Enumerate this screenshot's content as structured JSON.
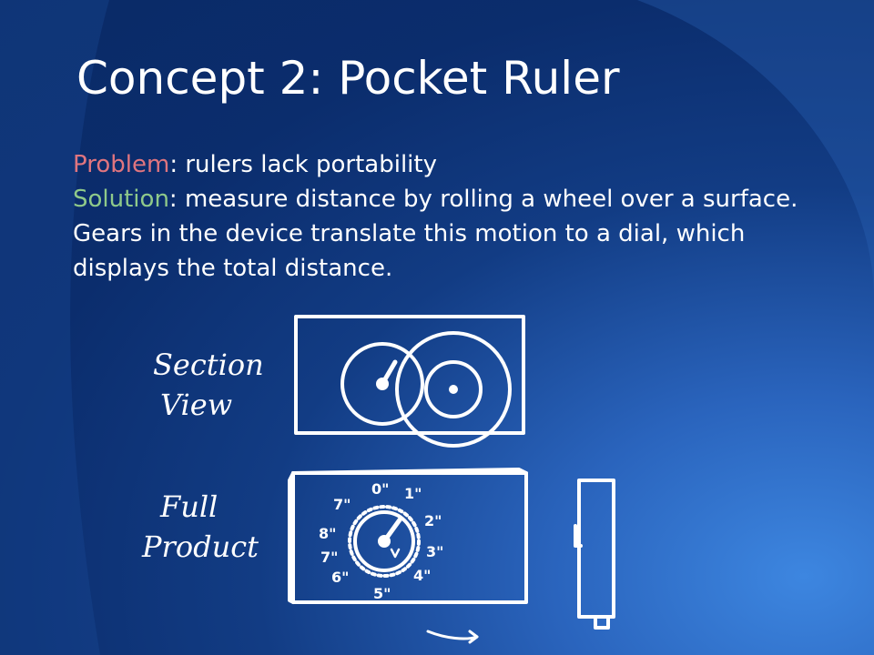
{
  "slide": {
    "title": "Concept 2: Pocket Ruler",
    "problem_label": "Problem",
    "problem_text": ": rulers lack portability",
    "solution_label": "Solution",
    "solution_text": ": measure distance by rolling a wheel over a surface. Gears in the device translate this motion to a dial, which displays the total distance."
  },
  "sketch": {
    "section_label_line1": "Section",
    "section_label_line2": "View",
    "product_label_line1": "Full",
    "product_label_line2": "Product",
    "dial_marks": [
      "0\"",
      "1\"",
      "2\"",
      "3\"",
      "4\"",
      "5\"",
      "6\"",
      "7\"",
      "8\"",
      "7\""
    ]
  },
  "colors": {
    "problem": "#e0757f",
    "solution": "#8fc98a",
    "text": "#ffffff",
    "background_dark": "#0a2a66",
    "background_light": "#3d86e0"
  }
}
